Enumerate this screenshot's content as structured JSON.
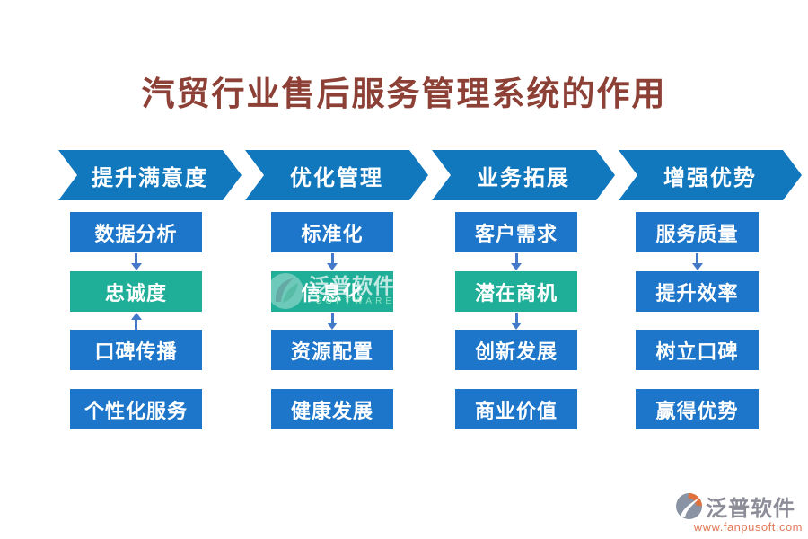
{
  "title": "汽贸行业售后服务管理系统的作用",
  "columns": [
    {
      "header": "提升满意度",
      "boxes": [
        {
          "label": "数据分析",
          "color": "blue"
        },
        {
          "label": "忠诚度",
          "color": "green"
        },
        {
          "label": "口碑传播",
          "color": "blue"
        },
        {
          "label": "个性化服务",
          "color": "blue"
        }
      ],
      "connectors": [
        "down",
        "up",
        "none"
      ]
    },
    {
      "header": "优化管理",
      "boxes": [
        {
          "label": "标准化",
          "color": "blue"
        },
        {
          "label": "信息化",
          "color": "green"
        },
        {
          "label": "资源配置",
          "color": "blue"
        },
        {
          "label": "健康发展",
          "color": "blue"
        }
      ],
      "connectors": [
        "down",
        "down",
        "none"
      ]
    },
    {
      "header": "业务拓展",
      "boxes": [
        {
          "label": "客户需求",
          "color": "blue"
        },
        {
          "label": "潜在商机",
          "color": "green"
        },
        {
          "label": "创新发展",
          "color": "blue"
        },
        {
          "label": "商业价值",
          "color": "blue"
        }
      ],
      "connectors": [
        "down",
        "down",
        "none"
      ]
    },
    {
      "header": "增强优势",
      "boxes": [
        {
          "label": "服务质量",
          "color": "blue"
        },
        {
          "label": "提升效率",
          "color": "blue"
        },
        {
          "label": "树立口碑",
          "color": "blue"
        },
        {
          "label": "赢得优势",
          "color": "blue"
        }
      ],
      "connectors": [
        "down",
        "none",
        "none"
      ]
    }
  ],
  "watermarks": {
    "center": {
      "brand": "泛普软件",
      "caption": "SOFTWARE"
    },
    "footer": {
      "brand": "泛普软件",
      "url": "www.fanpusoft.com"
    }
  },
  "colors": {
    "title_text": "#8d4035",
    "stage_arrow": "#1278bd",
    "box_blue": "#1d76c9",
    "box_green": "#1fae97",
    "connector": "#4478c8",
    "footer_brand": "#8d8d99",
    "footer_url": "#e0795a"
  }
}
